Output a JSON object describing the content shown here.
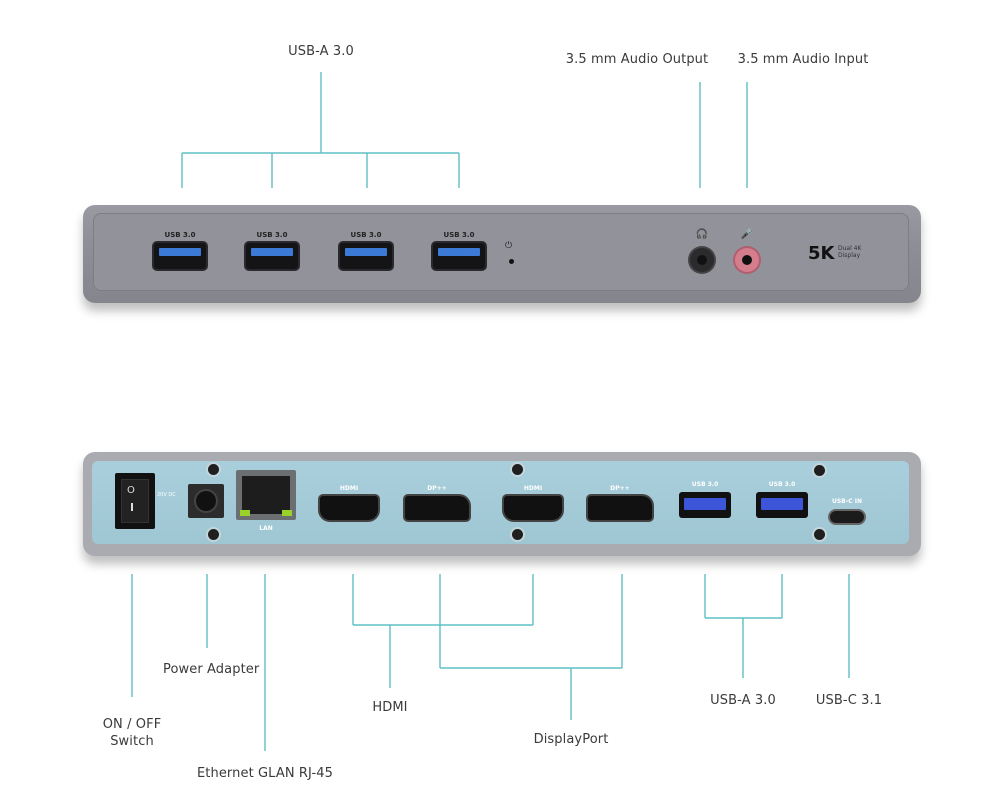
{
  "top_labels": {
    "usb_a_front": "USB-A 3.0",
    "audio_output": "3.5 mm Audio Output",
    "audio_input": "3.5 mm Audio Input"
  },
  "front_panel": {
    "usb_ports": [
      {
        "label": "USB 3.0"
      },
      {
        "label": "USB 3.0"
      },
      {
        "label": "USB 3.0"
      },
      {
        "label": "USB 3.0"
      }
    ],
    "power_symbol": "⏻",
    "headphone_symbol": "🎧",
    "mic_symbol": "🎤",
    "logo_main": "5K",
    "logo_sub_line1": "Dual 4K",
    "logo_sub_line2": "Display",
    "colors": {
      "usb_tongue": "#3c7ad8",
      "mic_jack": "#d37d8d"
    }
  },
  "rear_panel": {
    "switch_on": "O",
    "rating_text": "20V DC",
    "lan_label": "LAN",
    "hdmi1_label": "HDMI",
    "dp1_label": "DP++",
    "hdmi2_label": "HDMI",
    "dp2_label": "DP++",
    "usb1_label": "USB 3.0",
    "usb2_label": "USB 3.0",
    "usbc_label": "USB-C IN",
    "colors": {
      "panel": "#a9cfdc",
      "usb_tongue": "#3d55d8",
      "lan_led": "#9ad22a"
    }
  },
  "bottom_labels": {
    "power_adapter": "Power Adapter",
    "switch_line1": "ON / OFF",
    "switch_line2": "Switch",
    "ethernet": "Ethernet GLAN RJ-45",
    "hdmi": "HDMI",
    "displayport": "DisplayPort",
    "usb_a_rear": "USB-A 3.0",
    "usb_c": "USB-C 3.1"
  },
  "line_color": "#5fbfc3"
}
